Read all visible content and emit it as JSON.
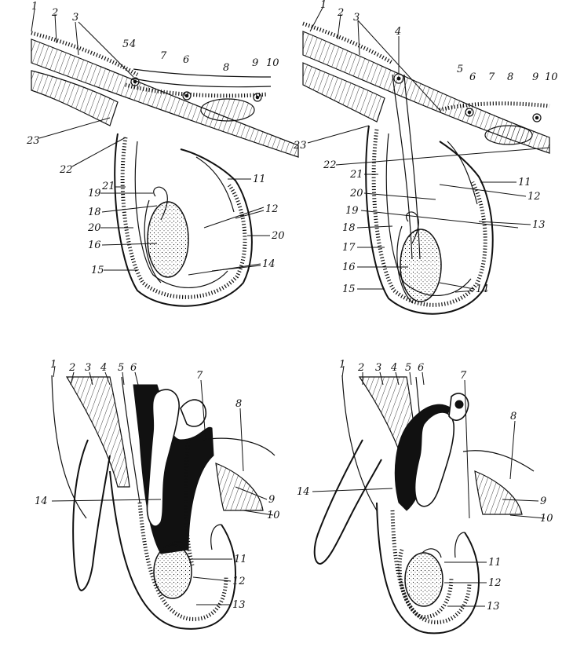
{
  "panels": [
    {
      "id": "top-left",
      "labels": [
        "1",
        "2",
        "3",
        "5",
        "4",
        "7",
        "6",
        "8",
        "9",
        "10",
        "23",
        "22",
        "21",
        "19",
        "18",
        "20",
        "16",
        "15",
        "11",
        "12",
        "20",
        "14"
      ]
    },
    {
      "id": "top-right",
      "labels": [
        "1",
        "2",
        "3",
        "4",
        "5",
        "6",
        "7",
        "8",
        "9",
        "10",
        "23",
        "22",
        "21",
        "20",
        "19",
        "18",
        "17",
        "16",
        "15",
        "11",
        "12",
        "13",
        "14"
      ]
    },
    {
      "id": "bottom-left",
      "labels": [
        "1",
        "2",
        "3",
        "4",
        "5",
        "6",
        "7",
        "8",
        "14",
        "9",
        "10",
        "11",
        "12",
        "13"
      ]
    },
    {
      "id": "bottom-right",
      "labels": [
        "1",
        "2",
        "3",
        "4",
        "5",
        "6",
        "7",
        "8",
        "14",
        "9",
        "10",
        "11",
        "12",
        "13"
      ]
    }
  ]
}
